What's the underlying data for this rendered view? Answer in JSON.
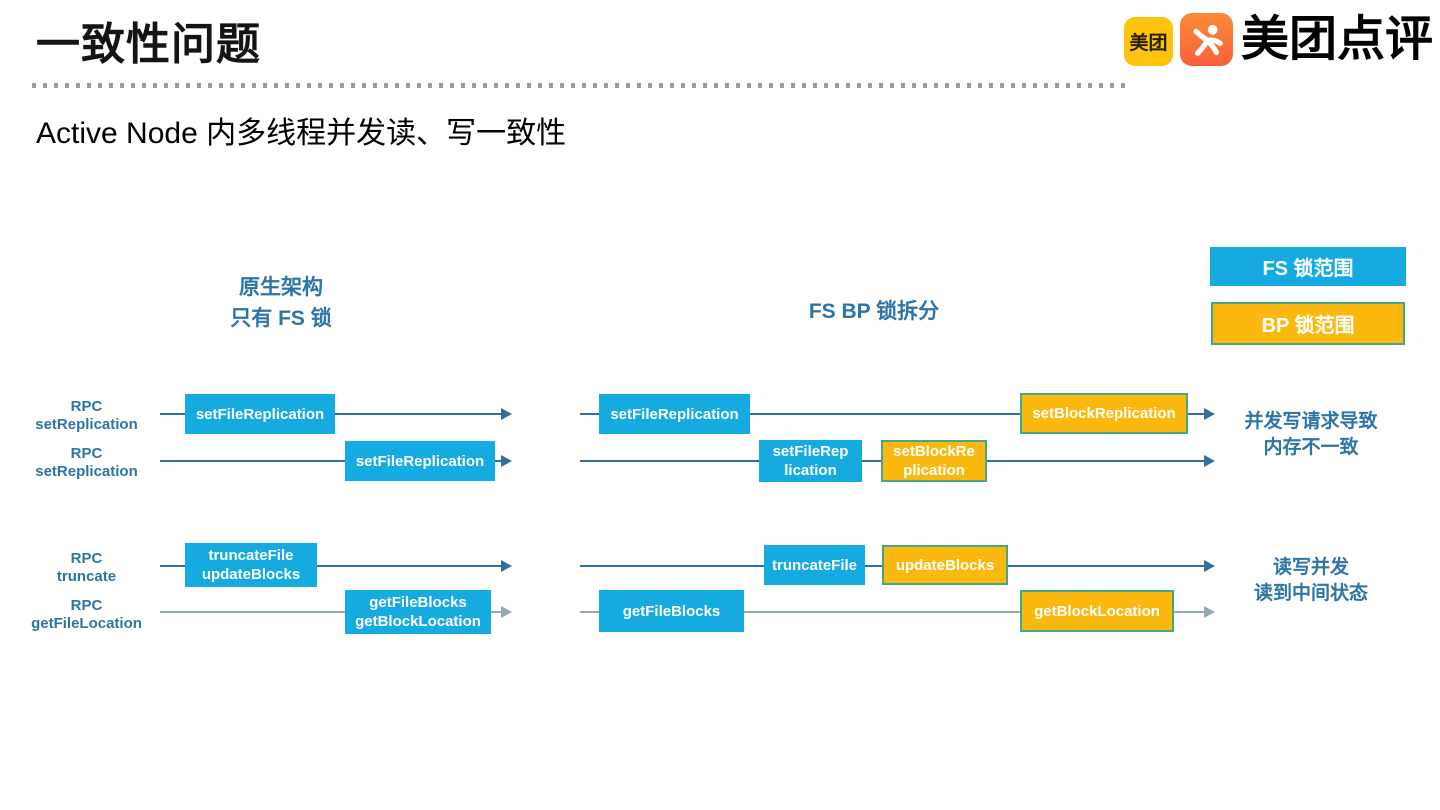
{
  "slide": {
    "title": "一致性问题",
    "subtitle": "Active Node 内多线程并发读、写一致性"
  },
  "brand": {
    "meituan_badge": "美团",
    "wordmark": "美团点评"
  },
  "legend": {
    "fs": {
      "label": "FS 锁范围",
      "color": "#16ABE0"
    },
    "bp": {
      "label": "BP 锁范围",
      "color": "#FBB90F",
      "border": "#43A885"
    }
  },
  "diagram_left": {
    "title": "原生架构\n只有 FS 锁",
    "rows": [
      {
        "label": "RPC\nsetReplication",
        "box": "setFileReplication"
      },
      {
        "label": "RPC\nsetReplication",
        "box": "setFileReplication"
      },
      {
        "label": "RPC\ntruncate",
        "box": "truncateFile\nupdateBlocks"
      },
      {
        "label": "RPC\ngetFileLocation",
        "box": "getFileBlocks\ngetBlockLocation"
      }
    ]
  },
  "diagram_right": {
    "title": "FS BP 锁拆分",
    "rows": [
      {
        "fs_box": "setFileReplication",
        "bp_box": "setBlockReplication"
      },
      {
        "fs_box": "setFileRep\nlication",
        "bp_box": "setBlockRe\nplication"
      },
      {
        "fs_box": "truncateFile",
        "bp_box": "updateBlocks"
      },
      {
        "fs_box": "getFileBlocks",
        "bp_box": "getBlockLocation"
      }
    ],
    "annotations": [
      "并发写请求导致\n内存不一致",
      "读写并发\n读到中间状态"
    ]
  },
  "colors": {
    "fs_cyan": "#16ABE0",
    "bp_yellow": "#FBB90F",
    "bp_border": "#43A885",
    "line_blue": "#336E9F",
    "line_gray": "#94A9B4",
    "text_blue": "#2E74A6",
    "divider_gray": "#9A9A9A",
    "meituan_yellow": "#FFC30D",
    "dianping_orange": "#FB6E35"
  }
}
